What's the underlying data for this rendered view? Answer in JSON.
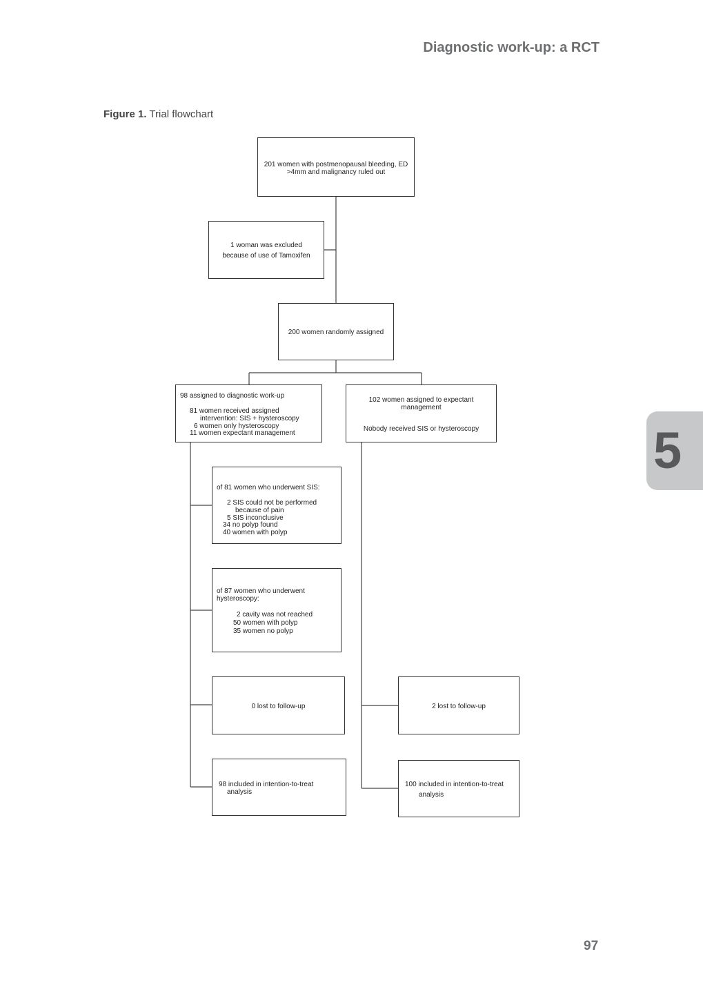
{
  "header": {
    "running_title": "Diagnostic work-up: a RCT"
  },
  "caption": {
    "label": "Figure 1.",
    "text": "Trial flowchart"
  },
  "chapter_tab": "5",
  "page_number": "97",
  "flowchart": {
    "enrolled": [
      "201 women with postmenopausal bleeding, ED",
      ">4mm and malignancy ruled out"
    ],
    "excluded": [
      "1 woman was excluded",
      "because of use of Tamoxifen"
    ],
    "randomized": "200 women randomly assigned",
    "arm_diagnostic": {
      "title": "98 assigned to diagnostic work-up",
      "lines": [
        "81 women received assigned",
        "intervention: SIS + hysteroscopy",
        "6 women only hysteroscopy",
        "11 women expectant management"
      ]
    },
    "arm_expectant": {
      "title": [
        "102 women assigned to expectant",
        "management"
      ],
      "note": "Nobody received SIS or hysteroscopy"
    },
    "sis": {
      "title": "of 81 women who underwent SIS:",
      "lines": [
        "2  SIS could not be performed",
        "because of pain",
        "5  SIS inconclusive",
        "34  no polyp found",
        "40  women with polyp"
      ]
    },
    "hysteroscopy": {
      "title": [
        "of 87 women who underwent",
        "hysteroscopy:"
      ],
      "lines": [
        "2 cavity was not reached",
        "50 women with polyp",
        "35 women no polyp"
      ]
    },
    "lost_diagnostic": "0 lost to follow-up",
    "lost_expectant": "2 lost to follow-up",
    "itt_diagnostic": [
      "98 included in intention-to-treat",
      "analysis"
    ],
    "itt_expectant": [
      "100 included in intention-to-treat",
      "analysis"
    ]
  }
}
